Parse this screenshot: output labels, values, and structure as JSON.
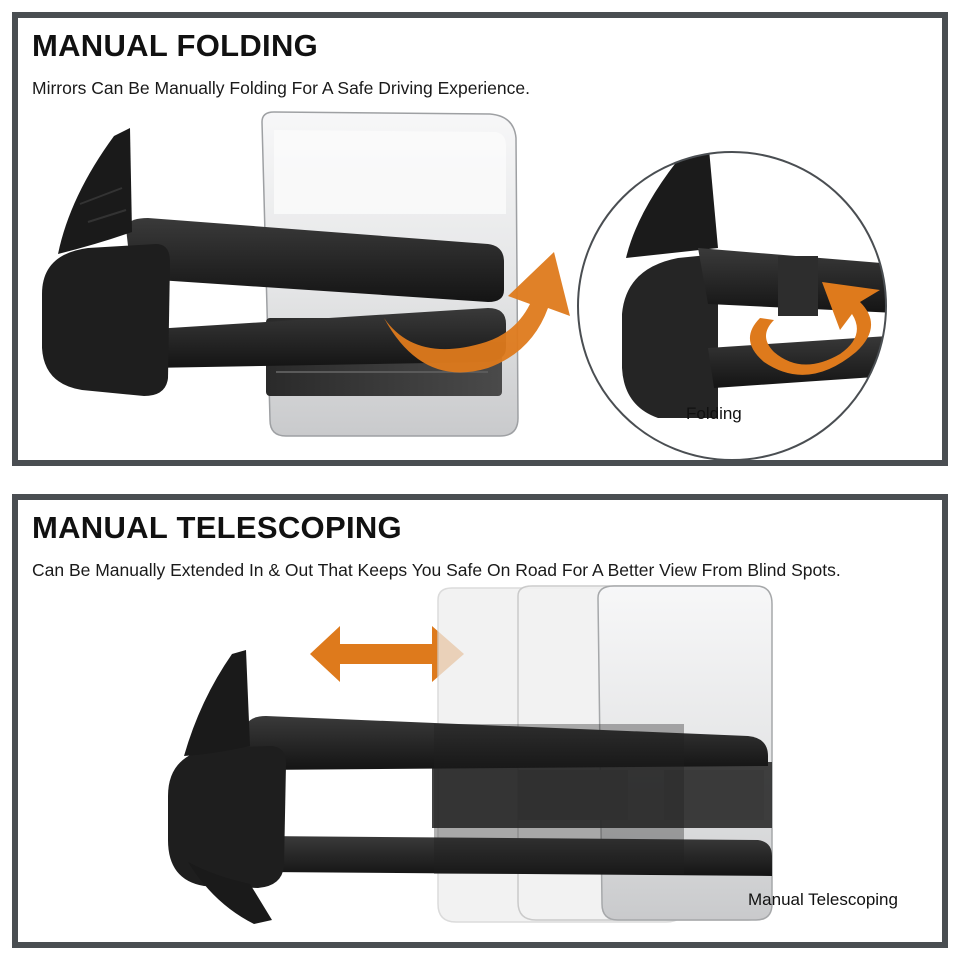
{
  "folding": {
    "title": "MANUAL FOLDING",
    "description": "Mirrors Can Be Manually Folding For A Safe Driving Experience.",
    "callout_caption": "Folding"
  },
  "telescoping": {
    "title": "MANUAL TELESCOPING",
    "description": "Can Be Manually Extended In & Out That Keeps You Safe On Road For A Better View From Blind Spots.",
    "caption": "Manual Telescoping"
  },
  "colors": {
    "frame": "#4a4e52",
    "arrow_orange": "#de7a1c",
    "mirror_black": "#1c1c1c",
    "chrome": "#e9eaeb"
  },
  "icons": {
    "fold_arrow": "curved-arrow",
    "rotate_arrow": "rotate-arrow",
    "telescoping_arrow": "double-arrow"
  }
}
